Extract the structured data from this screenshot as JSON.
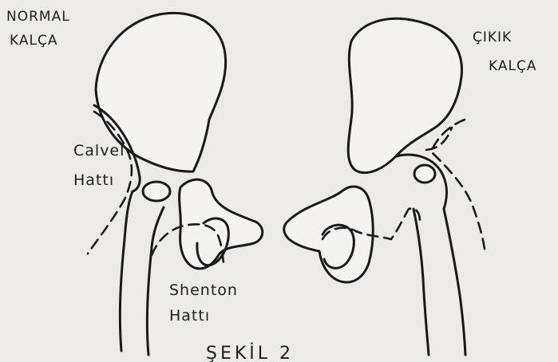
{
  "labels": {
    "normal_line1": "NORMAL",
    "normal_line2": "KALÇA",
    "dislocated_line1": "ÇIKIK",
    "dislocated_line2": "KALÇA",
    "calve_line1": "Calvel",
    "calve_line2": "Hattı",
    "shenton_line1": "Shenton",
    "shenton_line2": "Hattı",
    "caption": "ŞEKİL 2"
  }
}
